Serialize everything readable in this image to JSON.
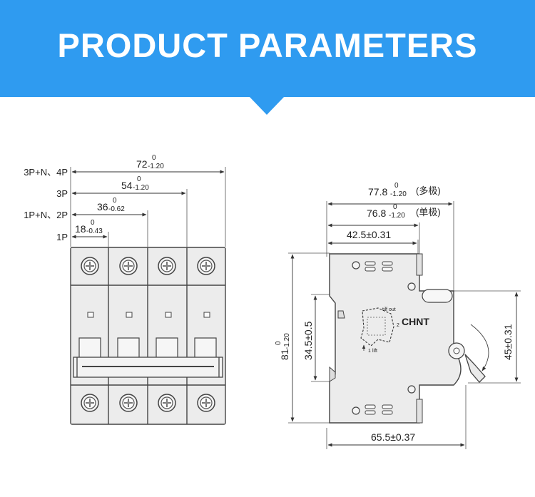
{
  "header": {
    "title": "PRODUCT PARAMETERS",
    "color": "#2f9bf0"
  },
  "front_view": {
    "pole_labels": [
      "3P+N、4P",
      "3P",
      "1P+N、2P",
      "1P"
    ],
    "widths": [
      {
        "base": "72",
        "upper": "0",
        "lower": "-1.20"
      },
      {
        "base": "54",
        "upper": "0",
        "lower": "-1.20"
      },
      {
        "base": "36",
        "upper": "0",
        "lower": "-0.62"
      },
      {
        "base": "18",
        "upper": "0",
        "lower": "-0.43"
      }
    ]
  },
  "side_view": {
    "depth_multi": {
      "base": "77.8",
      "upper": "0",
      "lower": "-1.20",
      "note": "(多极)"
    },
    "depth_single": {
      "base": "76.8",
      "upper": "0",
      "lower": "-1.20",
      "note": "(单极)"
    },
    "dim_42_5": "42.5±0.31",
    "dim_65_5": "65.5±0.37",
    "dim_45": "45±0.31",
    "dim_34_5": "34.5±0.5",
    "height": {
      "base": "81",
      "upper": "0",
      "lower": "-1.20"
    },
    "brand": "CHNT",
    "label_tilf_out": "tilf out",
    "label_lift": "lift",
    "label_num_1": "1",
    "label_num_2": "2"
  }
}
